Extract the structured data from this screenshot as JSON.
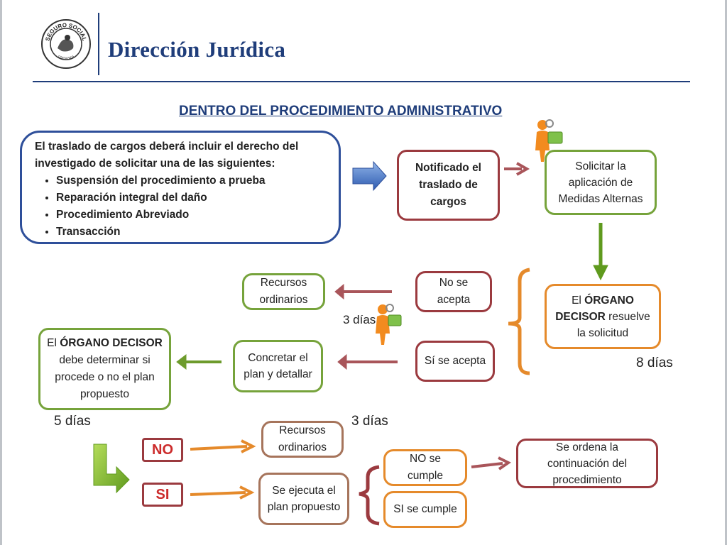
{
  "header": {
    "title": "Dirección Jurídica",
    "logo_text_top": "SEGURO SOCIAL",
    "logo_text_bottom": "COSTA RICA"
  },
  "section_title": "DENTRO DEL  PROCEDIMIENTO ADMINISTRATIVO",
  "intro": {
    "lead": "El traslado de cargos deberá incluir el derecho del investigado de solicitar una de las siguientes:",
    "items": [
      "Suspensión del procedimiento a prueba",
      "Reparación integral del daño",
      "Procedimiento Abreviado",
      "Transacción"
    ]
  },
  "boxes": {
    "notificado": "Notificado el traslado de cargos",
    "solicitar": "Solicitar la aplicación de Medidas Alternas",
    "organo_resuelve_pre": "El ",
    "organo_resuelve_bold": "ÓRGANO DECISOR",
    "organo_resuelve_post": " resuelve la solicitud",
    "no_acepta": "No se acepta",
    "si_acepta": "Sí se acepta",
    "recursos_1": "Recursos ordinarios",
    "concretar": "Concretar el plan y detallar",
    "organo_determina_pre": "El ",
    "organo_determina_bold": "ÓRGANO DECISOR",
    "organo_determina_post": " debe determinar si procede o no el plan propuesto",
    "recursos_2": "Recursos ordinarios",
    "se_ejecuta": "Se ejecuta el plan propuesto",
    "no_cumple": "NO se cumple",
    "si_cumple": "SI se cumple",
    "se_ordena": "Se ordena la continuación del procedimiento"
  },
  "labels": {
    "tres_dias_a": "3 días",
    "ocho_dias": "8 días",
    "cinco_dias": "5 días",
    "tres_dias_b": "3 días"
  },
  "choices": {
    "no": "NO",
    "si": "SI"
  },
  "colors": {
    "navy": "#1f3d7a",
    "blue_border": "#2e4f9a",
    "red_border": "#9b3a3f",
    "green": "#76a33b",
    "orange": "#e58a2b",
    "brown": "#a6745b",
    "choice_text": "#cc2b2b"
  }
}
